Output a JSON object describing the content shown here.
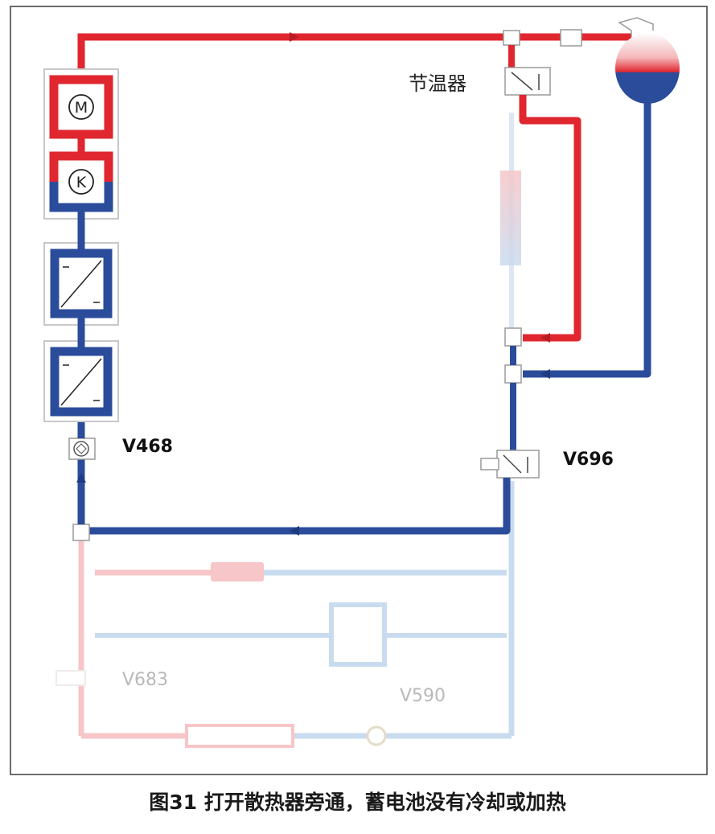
{
  "diagram": {
    "labels": {
      "thermostat": "节温器",
      "v468": "V468",
      "v696": "V696",
      "v683": "V683",
      "v590": "V590"
    },
    "component_letters": {
      "motor": "M",
      "compressor": "K"
    },
    "colors": {
      "hot": "#e0262e",
      "cold": "#2b4c9b",
      "faded_hot": "#f6c6c8",
      "faded_cold": "#c9dbef",
      "frame": "#3c3c3c",
      "box_border": "#bdbdbd"
    }
  },
  "caption": "图31 打开散热器旁通，蓄电池没有冷却或加热"
}
